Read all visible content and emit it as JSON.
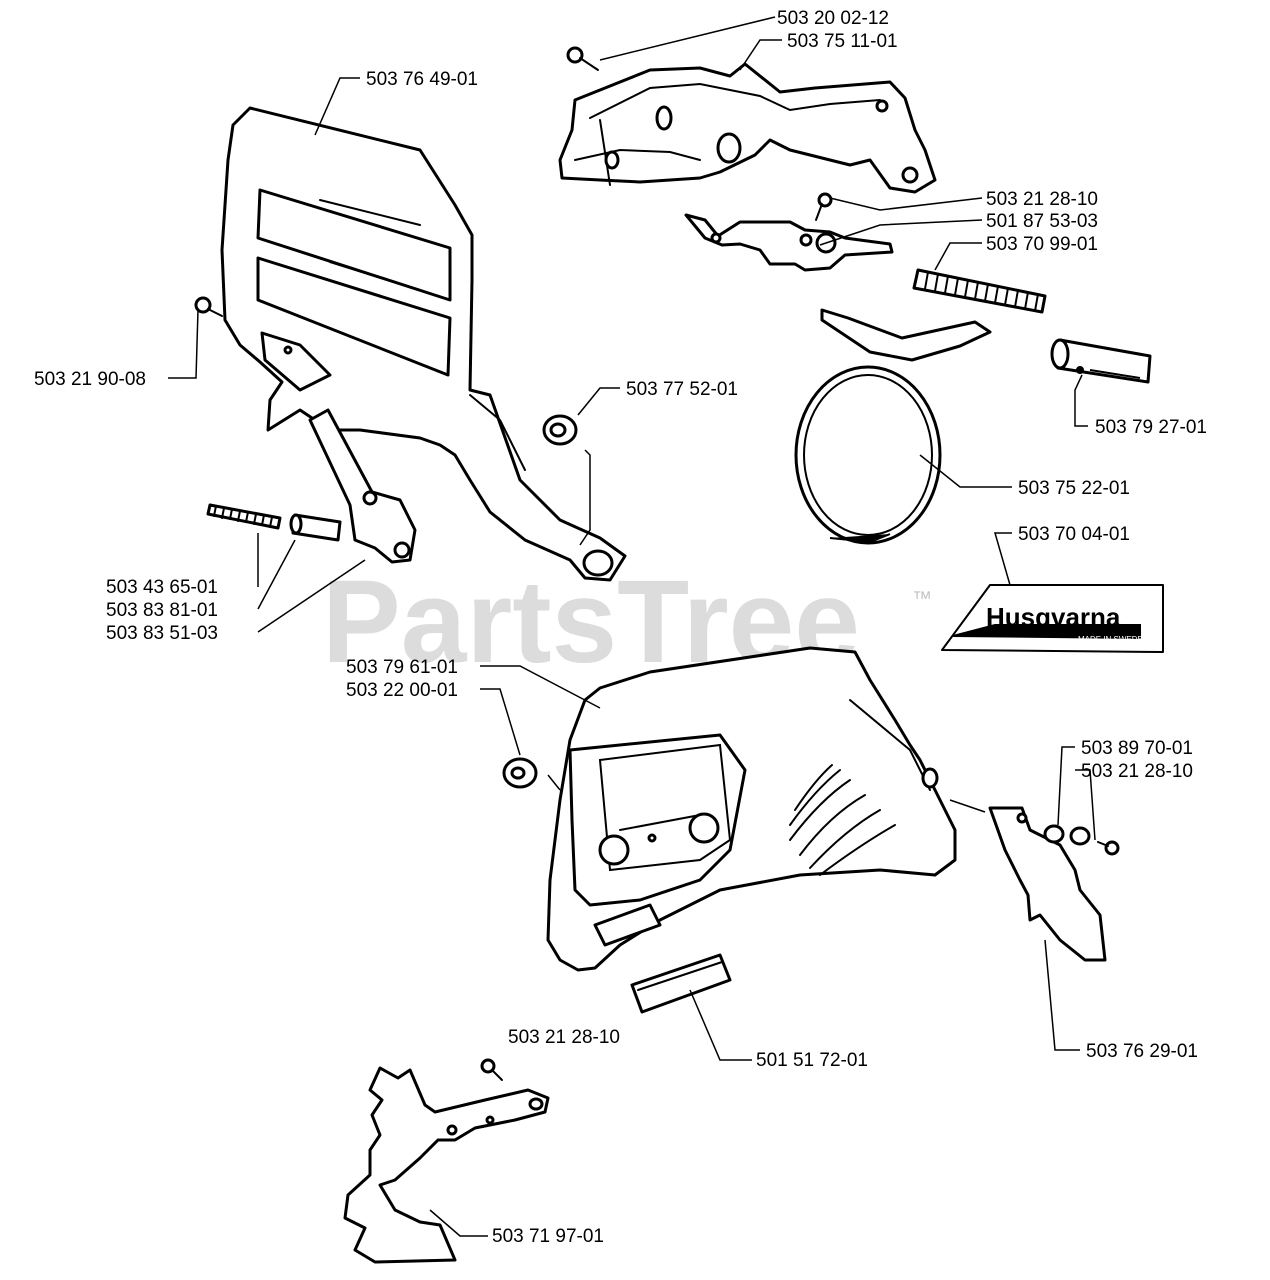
{
  "parts": [
    {
      "id": "p1",
      "number": "503 20 02-12"
    },
    {
      "id": "p2",
      "number": "503 75 11-01"
    },
    {
      "id": "p3",
      "number": "503 76 49-01"
    },
    {
      "id": "p4",
      "number": "503 21 28-10"
    },
    {
      "id": "p5",
      "number": "501 87 53-03"
    },
    {
      "id": "p6",
      "number": "503 70 99-01"
    },
    {
      "id": "p7",
      "number": "503 21 90-08"
    },
    {
      "id": "p8",
      "number": "503 77 52-01"
    },
    {
      "id": "p9",
      "number": "503 79 27-01"
    },
    {
      "id": "p10",
      "number": "503 75 22-01"
    },
    {
      "id": "p11",
      "number": "503 70 04-01"
    },
    {
      "id": "p12",
      "number": "503 43 65-01"
    },
    {
      "id": "p13",
      "number": "503 83 81-01"
    },
    {
      "id": "p14",
      "number": "503 83 51-03"
    },
    {
      "id": "p15",
      "number": "503 79 61-01"
    },
    {
      "id": "p16",
      "number": "503 22 00-01"
    },
    {
      "id": "p17",
      "number": "503 89 70-01"
    },
    {
      "id": "p18",
      "number": "503 21 28-10"
    },
    {
      "id": "p19",
      "number": "503 21 28-10"
    },
    {
      "id": "p20",
      "number": "501 51 72-01"
    },
    {
      "id": "p21",
      "number": "503 76 29-01"
    },
    {
      "id": "p22",
      "number": "503 71 97-01"
    }
  ],
  "decal": {
    "brand": "Husqvarna",
    "small_text": "MADE IN SWEDEN"
  },
  "watermark": {
    "text": "PartsTree",
    "trademark": "™"
  }
}
